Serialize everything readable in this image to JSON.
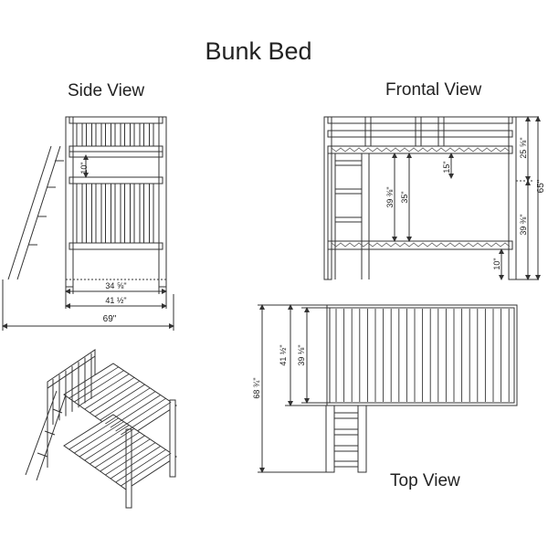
{
  "title": "Bunk Bed",
  "views": {
    "side": "Side View",
    "frontal": "Frontal View",
    "top": "Top View"
  },
  "dimensions": {
    "side": {
      "rail_gap": "10\"",
      "inner_width": "34 ⅝\"",
      "outer_width": "41 ½\"",
      "overall_length": "69\""
    },
    "frontal": {
      "upper_gap": "15\"",
      "inner_height": "39 ⅜\"",
      "bunk_spacing": "35\"",
      "floor_clearance": "10\"",
      "top_section": "25 ⅝\"",
      "lower_section": "39 ⅜\"",
      "total_height": "65\""
    },
    "top": {
      "outer_width": "41 ½\"",
      "inner_width": "39 ⅛\"",
      "overall_depth": "68 ¾\""
    }
  }
}
